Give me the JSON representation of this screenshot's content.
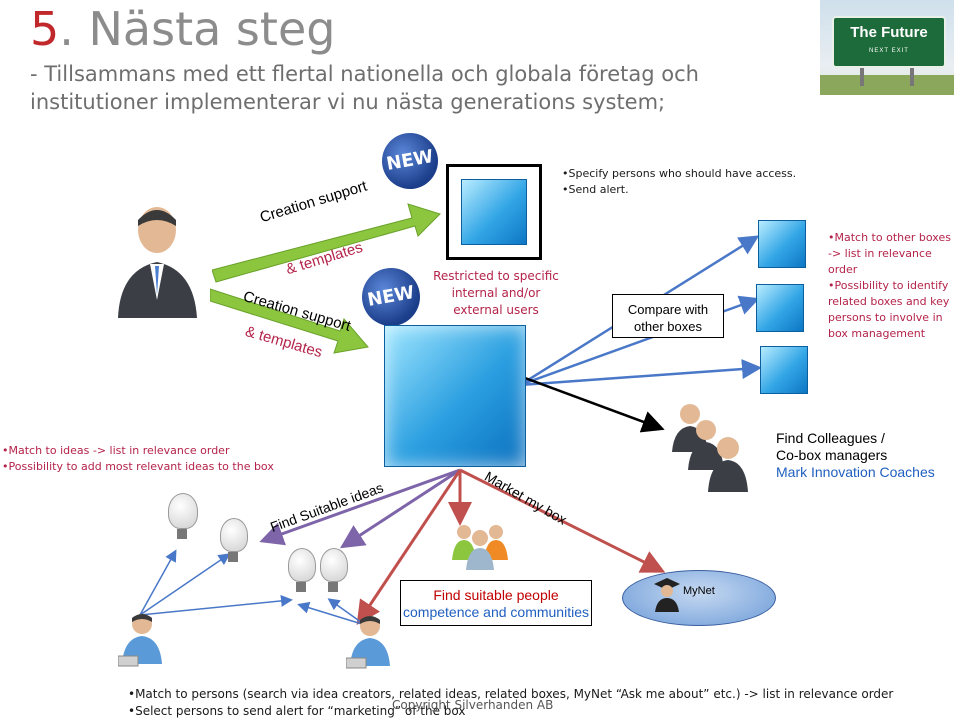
{
  "title": {
    "number": "5",
    "text": ". Nästa steg"
  },
  "subtitle": "- Tillsammans med ett flertal nationella och globala företag och institutioner implementerar vi nu nästa generations system;",
  "sign": {
    "main": "The Future",
    "sub": "NEXT EXIT"
  },
  "arrows": {
    "creation_support_1": "Creation support",
    "templates_1": "& templates",
    "creation_support_2": "Creation support",
    "templates_2": "& templates",
    "find_ideas": "Find Suitable ideas",
    "market_box": "Market my box"
  },
  "badges": {
    "new1": "NEW",
    "new2": "NEW"
  },
  "restricted": "Restricted to specific internal and/or external users",
  "top_bullets": [
    "Specify persons who should have access.",
    "Send alert."
  ],
  "compare": "Compare with other boxes",
  "right_bullets": [
    "Match to other boxes -> list in relevance order",
    "Possibility to identify related boxes and key persons to involve in box management"
  ],
  "left_bullets": [
    "Match to ideas -> list in relevance order",
    "Possibility to add most relevant ideas to the box"
  ],
  "colleagues": {
    "line1": "Find Colleagues /",
    "line2": "Co-box managers",
    "line3": "Mark Innovation Coaches"
  },
  "find_people": {
    "line1": "Find suitable people",
    "line2": "competence and communities"
  },
  "mynet": "MyNet",
  "bottom_bullets": [
    "Match to persons (search via idea creators, related ideas, related boxes, MyNet “Ask me about” etc.) -> list in relevance order",
    "Select persons to send alert for “marketing” of the box"
  ],
  "copyright": "Copyright Silverhanden AB",
  "colors": {
    "title_number": "#c0282b",
    "title": "#8c8c8c",
    "accent_pink": "#b4234a",
    "cube": "#2a9ee0"
  }
}
